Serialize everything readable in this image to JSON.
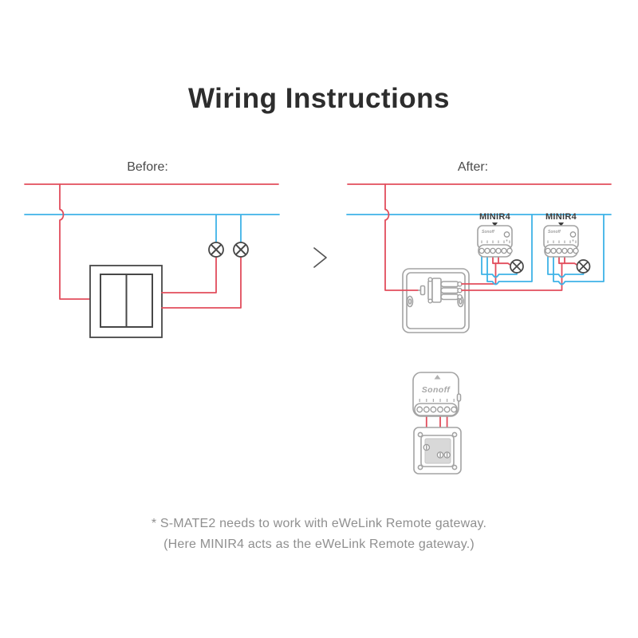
{
  "title": "Wiring Instructions",
  "before": {
    "label": "Before:"
  },
  "after": {
    "label": "After:",
    "devices": [
      {
        "label": "MINIR4",
        "brand": "Sonoff"
      },
      {
        "label": "MINIR4",
        "brand": "Sonoff"
      }
    ]
  },
  "smate": {
    "brand": "Sonoff"
  },
  "footer": {
    "line1": "* S-MATE2 needs to work with eWeLink Remote gateway.",
    "line2": "(Here MINIR4 acts as the eWeLink Remote gateway.)"
  },
  "colors": {
    "live_wire": "#e24d5c",
    "neutral_wire": "#3eb3e7",
    "dark_outline": "#474747",
    "device_outline": "#a3a3a3",
    "title_text": "#2d2d2d",
    "label_text": "#4a4a4a",
    "footer_text": "#8f8f8f"
  },
  "icons": {
    "lamp": "circle-x-lamp",
    "transition": "chevron-right",
    "device_pointer": "triangle-down"
  }
}
